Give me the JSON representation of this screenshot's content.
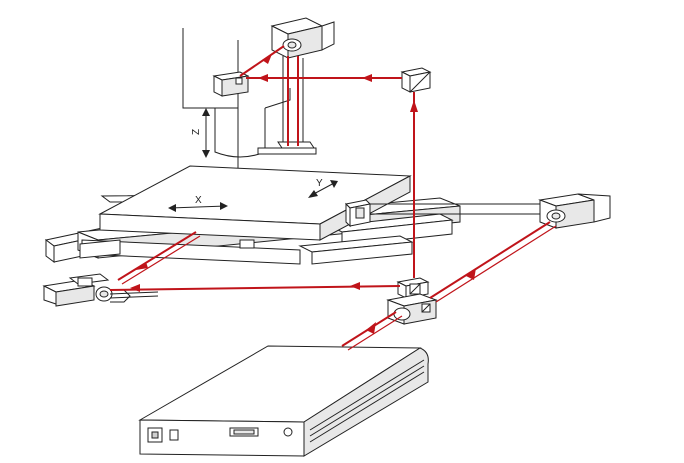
{
  "axes": {
    "x_label": "X",
    "y_label": "Y",
    "z_label": "Z"
  },
  "colors": {
    "laser_beam": "#c0141a",
    "line_art": "#222222",
    "background": "#ffffff"
  }
}
